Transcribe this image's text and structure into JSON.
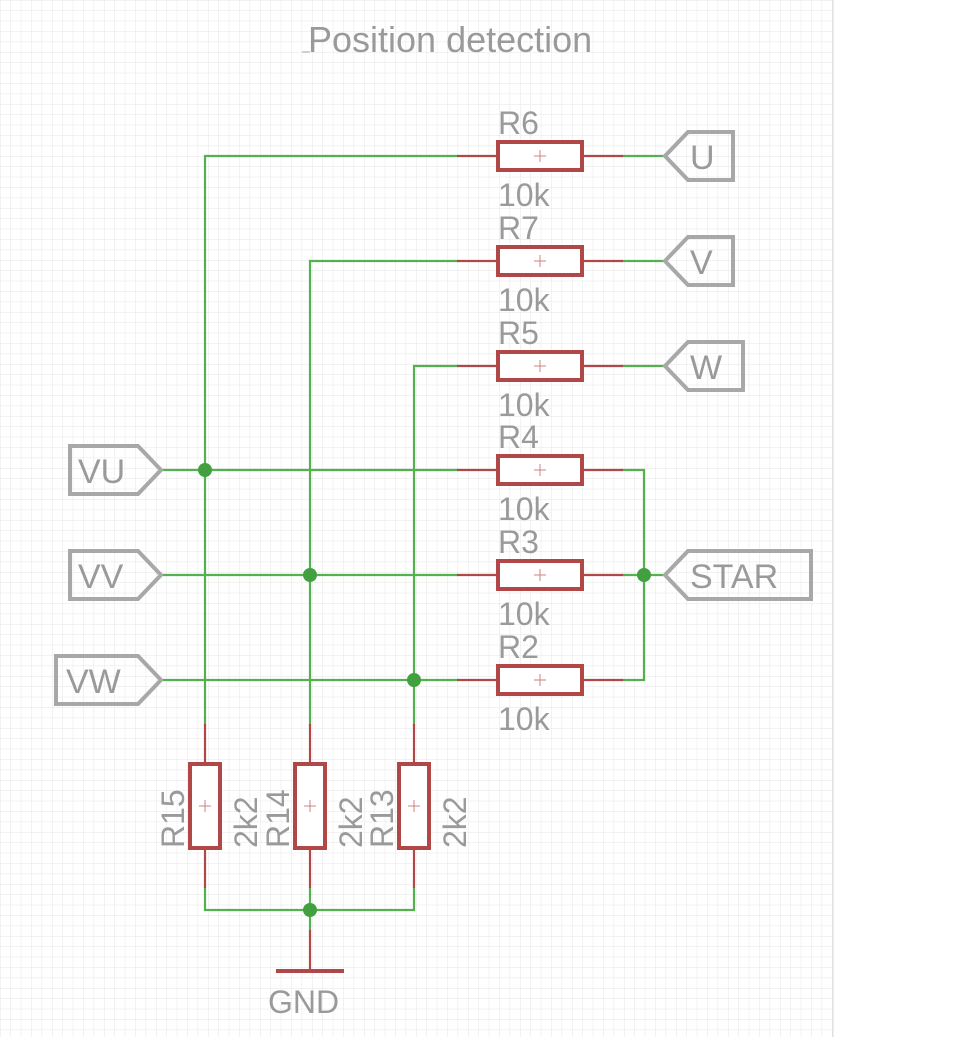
{
  "title": "Position detection",
  "resistors_right": [
    {
      "name": "R6",
      "value": "10k"
    },
    {
      "name": "R7",
      "value": "10k"
    },
    {
      "name": "R5",
      "value": "10k"
    },
    {
      "name": "R4",
      "value": "10k"
    },
    {
      "name": "R3",
      "value": "10k"
    },
    {
      "name": "R2",
      "value": "10k"
    }
  ],
  "resistors_bottom": [
    {
      "name": "R15",
      "value": "2k2"
    },
    {
      "name": "R14",
      "value": "2k2"
    },
    {
      "name": "R13",
      "value": "2k2"
    }
  ],
  "ports_right": {
    "u": "U",
    "v": "V",
    "w": "W",
    "star": "STAR"
  },
  "ports_left": {
    "vu": "VU",
    "vv": "VV",
    "vw": "VW"
  },
  "ground": "GND",
  "colors": {
    "wire": "#55b04f",
    "component": "#b04848",
    "text": "#9a9a9a",
    "grid": "#e4e4e4"
  }
}
